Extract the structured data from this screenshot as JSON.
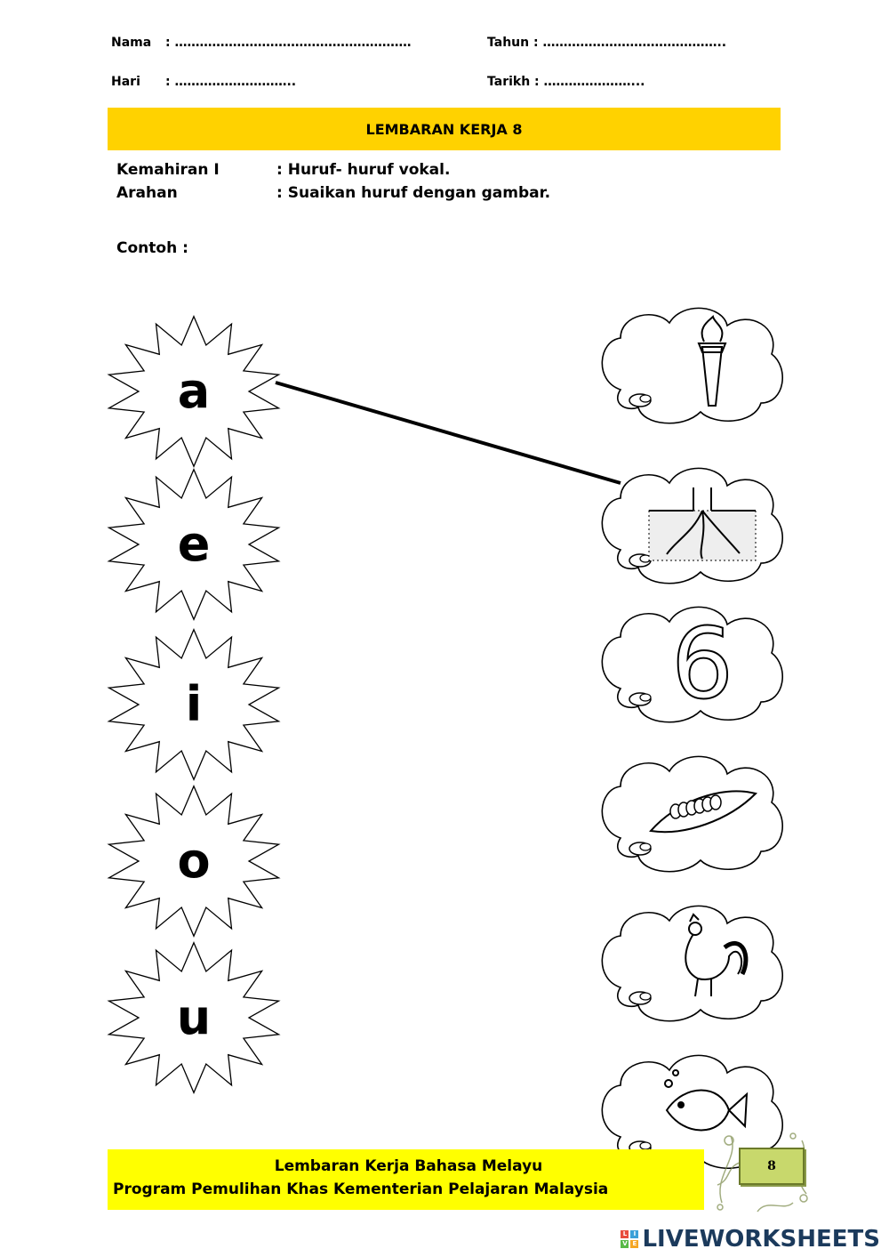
{
  "header": {
    "nama_label": "Nama",
    "nama_value": ": …………………………………………………",
    "hari_label": "Hari",
    "hari_value": ":  ………………………..",
    "tahun": "Tahun : ……………………………………..",
    "tarikh": "Tarikh : …………………..."
  },
  "title": "LEMBARAN KERJA 8",
  "info": {
    "kemahiran_label": "Kemahiran  I",
    "kemahiran_value": ": Huruf- huruf vokal.",
    "arahan_label": "Arahan",
    "arahan_value": ": Suaikan huruf  dengan gambar.",
    "contoh": "Contoh :"
  },
  "letters": [
    "a",
    "e",
    "i",
    "o",
    "u"
  ],
  "pictures": [
    {
      "icon": "torch-icon"
    },
    {
      "icon": "roots-icon"
    },
    {
      "icon": "number-six-icon"
    },
    {
      "icon": "caterpillar-icon"
    },
    {
      "icon": "rooster-icon"
    },
    {
      "icon": "fish-icon"
    }
  ],
  "example_match": {
    "letter": "a",
    "picture": "roots-icon"
  },
  "footer": {
    "line1": "Lembaran Kerja Bahasa Melayu",
    "line2": "Program Pemulihan  Khas  Kementerian  Pelajaran Malaysia",
    "page_number": "8"
  },
  "brand": "LIVEWORKSHEETS",
  "colors": {
    "title_bar": "#FFD200",
    "footer_bar": "#FFFF00",
    "badge": "#c8d86c"
  }
}
